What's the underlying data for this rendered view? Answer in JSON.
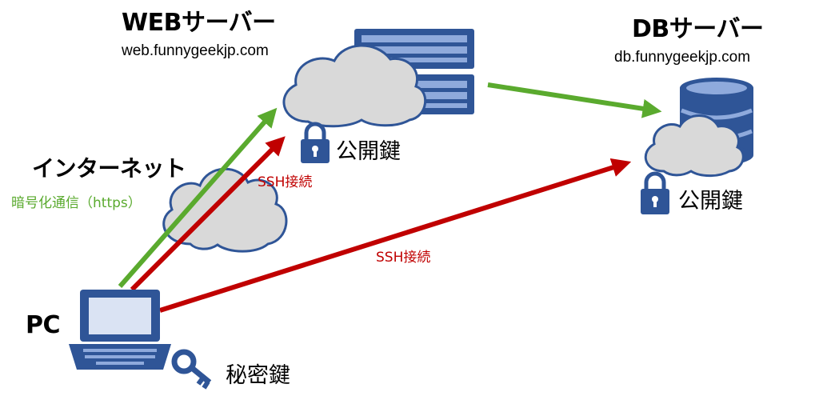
{
  "web_server": {
    "title": "WEBサーバー",
    "host": "web.funnygeekjp.com",
    "key_label": "公開鍵"
  },
  "db_server": {
    "title": "DBサーバー",
    "host": "db.funnygeekjp.com",
    "key_label": "公開鍵"
  },
  "internet": {
    "title": "インターネット",
    "encryption_label": "暗号化通信（https）"
  },
  "pc": {
    "title": "PC",
    "key_label": "秘密鍵"
  },
  "connections": {
    "ssh_web_label": "SSH接続",
    "ssh_db_label": "SSH接続"
  },
  "colors": {
    "server_blue": "#2f5597",
    "cloud_fill": "#d9d9d9",
    "cloud_stroke": "#2f5597",
    "https_green": "#5aaa2e",
    "ssh_red": "#c00000"
  }
}
